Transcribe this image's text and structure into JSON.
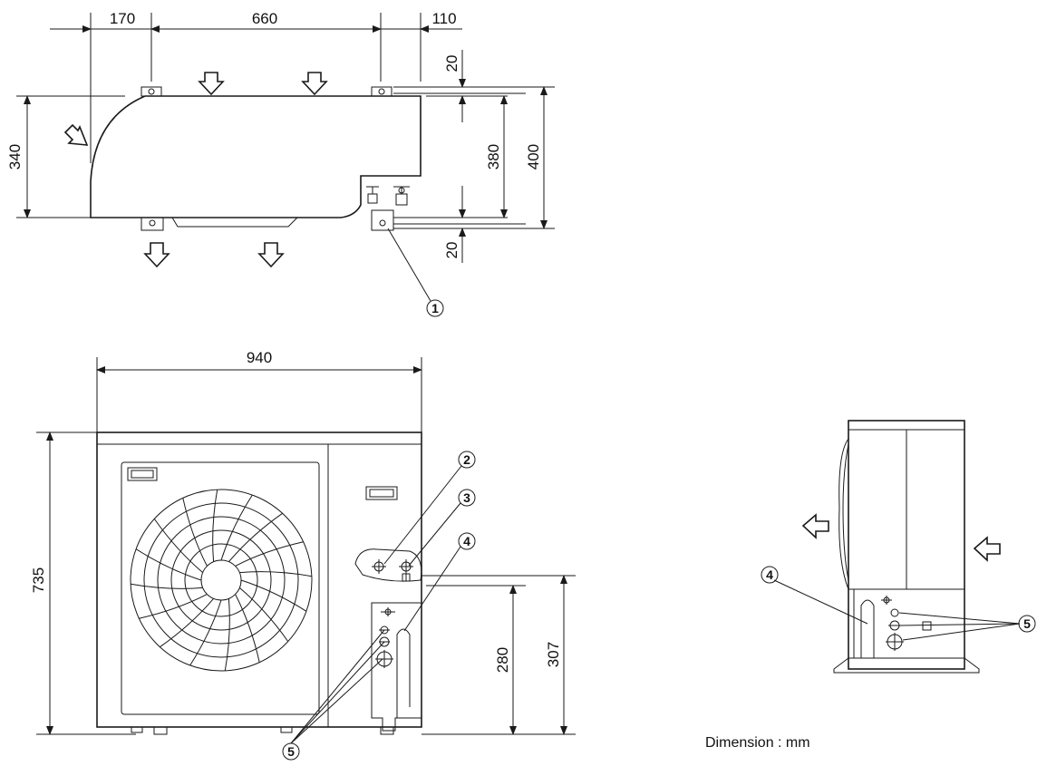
{
  "top_view": {
    "dim_left": "170",
    "dim_middle": "660",
    "dim_right": "110",
    "dim_top_offset": "20",
    "dim_bottom_offset": "20",
    "dim_depth": "340",
    "dim_380": "380",
    "dim_400": "400",
    "callout_1": "1"
  },
  "front_view": {
    "dim_width": "940",
    "dim_height": "735",
    "dim_280": "280",
    "dim_307": "307",
    "callout_2": "2",
    "callout_3": "3",
    "callout_4": "4",
    "callout_5": "5"
  },
  "side_view": {
    "callout_4": "4",
    "callout_5": "5"
  },
  "note": "Dimension : mm"
}
